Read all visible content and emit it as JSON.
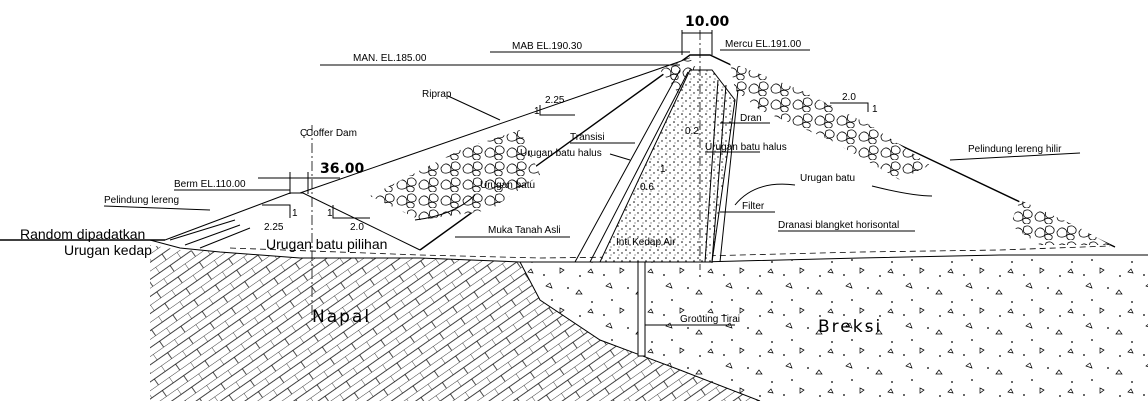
{
  "labels": {
    "top_width": "10.00",
    "merc": "Mercu EL.191.00",
    "mab": "MAB EL.190.30",
    "man": "MAN. EL.185.00",
    "riprap": "Riprap",
    "slope_up_v": "1",
    "slope_up_h": "2.25",
    "slope_dn_h": "2.0",
    "slope_dn_v": "1",
    "coffer_dam": "Coffer Dam",
    "transisi": "Transisi",
    "urugan_batu_halus_l": "Urugan batu halus",
    "urugan_batu_halus_r": "Urugan batu halus",
    "dran": "Dran",
    "core_slope_a": "0.2",
    "core_slope_b": "0.6",
    "core_slope_c": "1",
    "pelindung_hilir": "Pelindung lereng hilir",
    "coffer_width": "36.00",
    "berm": "Berm EL.110.00",
    "urugan_batu_l": "Urugan batu",
    "urugan_batu_r": "Urugan batu",
    "pelindung_lereng": "Pelindung lereng",
    "cd_slope_h_l": "2.25",
    "cd_slope_v_l": "1",
    "cd_slope_v_r": "1",
    "cd_slope_h_r": "2.0",
    "filter": "Filter",
    "muka_tanah": "Muka Tanah Asli",
    "dranasi": "Dranasi blangket horisontal",
    "random": "Random dipadatkan",
    "urugan_kedap": "Urugan kedap",
    "urugan_pilihan": "Urugan batu pilihan",
    "inti_kedap": "Inti Kedap Air",
    "napal": "Napal",
    "grouting": "Grouting Tirai",
    "breksi": "Breksi"
  }
}
